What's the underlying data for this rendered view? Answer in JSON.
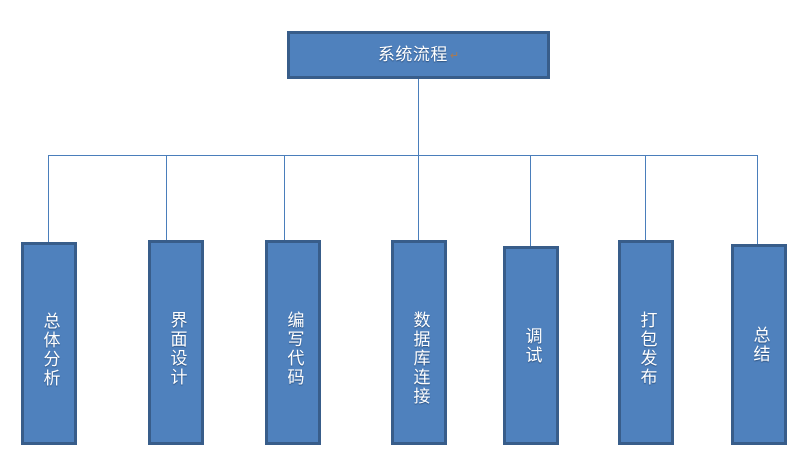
{
  "diagram": {
    "type": "org-chart",
    "title_node": {
      "text": "系统流程",
      "return_mark": "↵"
    },
    "colors": {
      "node_fill": "#4F81BD",
      "node_border": "#385D8A",
      "connector": "#4A7EBB",
      "label_text": "#FFFFFF",
      "return_mark": "#B07A4A",
      "background": "#FFFFFF"
    },
    "leaf_nodes": [
      {
        "text": "总体分析",
        "return_mark": "↵"
      },
      {
        "text": "界面设计",
        "return_mark": "↵"
      },
      {
        "text": "编写代码",
        "return_mark": "↵"
      },
      {
        "text": "数据库连接",
        "return_mark": "↵"
      },
      {
        "text": "调试",
        "return_mark": "↵"
      },
      {
        "text": "打包发布",
        "return_mark": "↵"
      },
      {
        "text": "总结",
        "return_mark": "↵"
      }
    ]
  }
}
